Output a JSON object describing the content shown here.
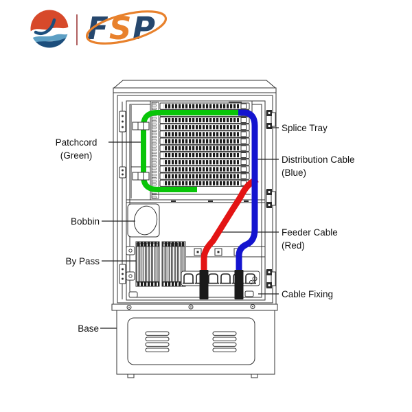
{
  "logo": {
    "letters": [
      "F",
      "S",
      "P"
    ],
    "colors": {
      "globe_red": "#d7492a",
      "globe_light_blue": "#5d9fc4",
      "globe_navy": "#1c4e7c",
      "wordmark_navy": "#26476d",
      "wordmark_orange": "#e8812c",
      "divider": "#b06060"
    }
  },
  "labels": {
    "patchcord_line1": "Patchcord",
    "patchcord_line2": "(Green)",
    "bobbin": "Bobbin",
    "bypass": "By Pass",
    "base": "Base",
    "splice_tray": "Splice Tray",
    "distribution_line1": "Distribution Cable",
    "distribution_line2": "(Blue)",
    "feeder_line1": "Feeder Cable",
    "feeder_line2": "(Red)",
    "cable_fixing": "Cable Fixing"
  },
  "diagram": {
    "tray_row_count": 12,
    "bypass_group_xs": [
      198,
      236
    ],
    "bypass_bars_per_group": 7,
    "hinge_ys": [
      160,
      275,
      392
    ],
    "clamp_count": 6,
    "louver_group_xs": [
      212,
      310
    ],
    "louvers_per_group": 4,
    "cable_colors": {
      "patchcord": "#09c509",
      "distribution": "#1414cf",
      "feeder": "#e31414",
      "jacket": "#1a1a1a"
    }
  }
}
